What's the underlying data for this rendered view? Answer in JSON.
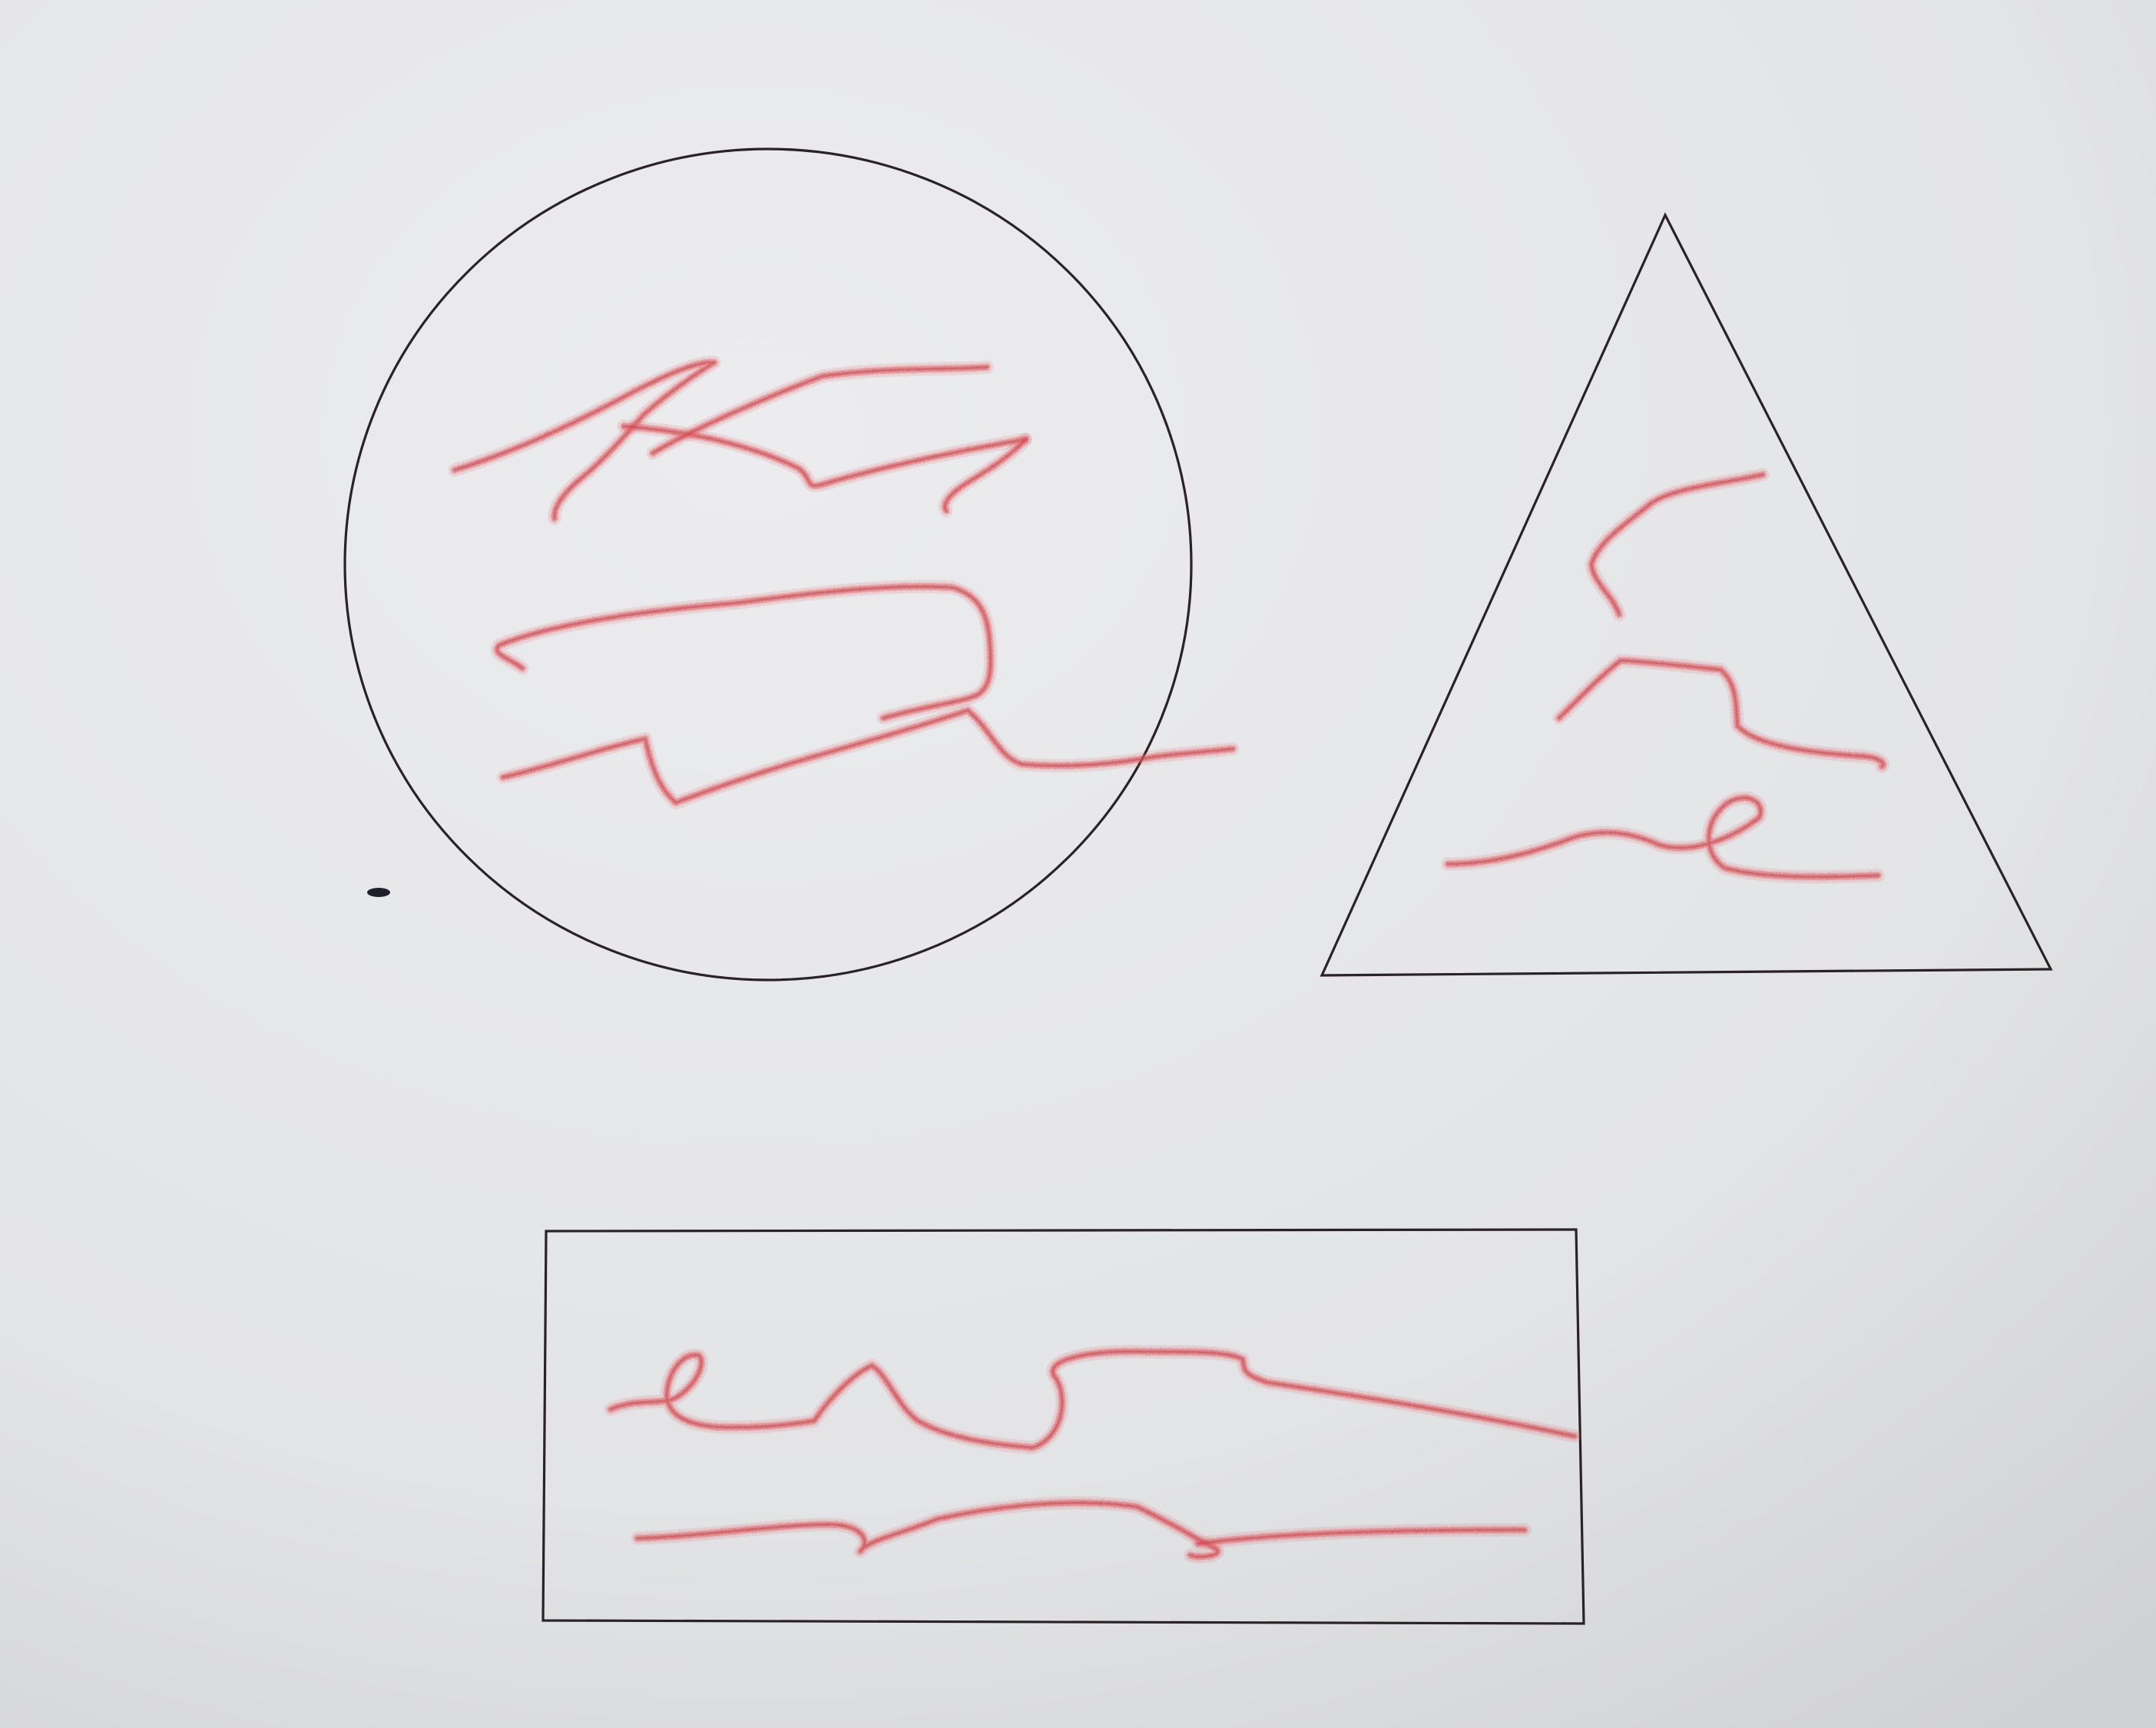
{
  "colors": {
    "paper": "#e7e8ea",
    "paper_shadow": "#d2d3d6",
    "outline": "#2a2224",
    "crayon": "#e0646c",
    "crayon_dark": "#c9404a",
    "ink_dot": "#1f1f2a"
  },
  "shapes": [
    "circle",
    "triangle",
    "rectangle"
  ]
}
